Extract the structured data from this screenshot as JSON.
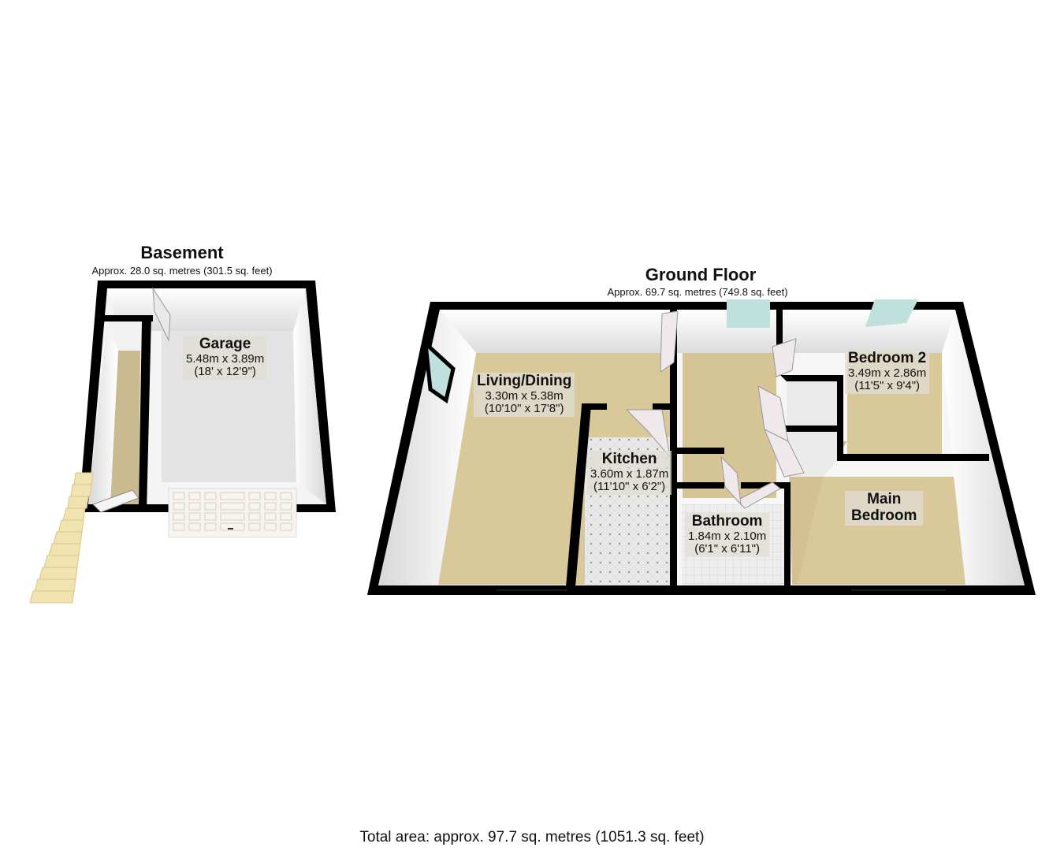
{
  "floors": [
    {
      "title": "Basement",
      "area": "Approx. 28.0 sq. metres (301.5 sq. feet)",
      "rooms": [
        {
          "name": "Garage",
          "metric": "5.48m x 3.89m",
          "imperial": "(18' x 12'9\")"
        }
      ]
    },
    {
      "title": "Ground Floor",
      "area": "Approx. 69.7 sq. metres (749.8 sq. feet)",
      "rooms": [
        {
          "name": "Living/Dining",
          "metric": "3.30m x 5.38m",
          "imperial": "(10'10\" x 17'8\")"
        },
        {
          "name": "Kitchen",
          "metric": "3.60m x 1.87m",
          "imperial": "(11'10\" x 6'2\")"
        },
        {
          "name": "Bedroom 2",
          "metric": "3.49m x 2.86m",
          "imperial": "(11'5\" x 9'4\")"
        },
        {
          "name": "Bathroom",
          "metric": "1.84m x 2.10m",
          "imperial": "(6'1\" x 6'11\")"
        },
        {
          "name": "Main Bedroom",
          "name_line1": "Main",
          "name_line2": "Bedroom"
        }
      ]
    }
  ],
  "total_area": "Total area: approx. 97.7 sq. metres (1051.3 sq. feet)",
  "colors": {
    "wall": "#000000",
    "carpet": "#d9c89a",
    "garage_floor": "#e6e6e6",
    "tile": "#e8e8e8",
    "window_glass": "#bfe0dc",
    "stairs": "#f1e3b0"
  }
}
